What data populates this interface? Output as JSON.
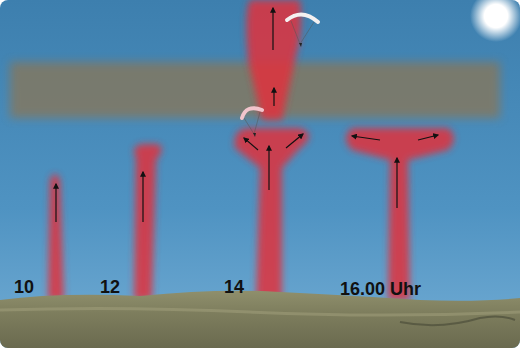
{
  "diagram": {
    "labels": [
      "10",
      "12",
      "14",
      "16.00 Uhr"
    ]
  }
}
